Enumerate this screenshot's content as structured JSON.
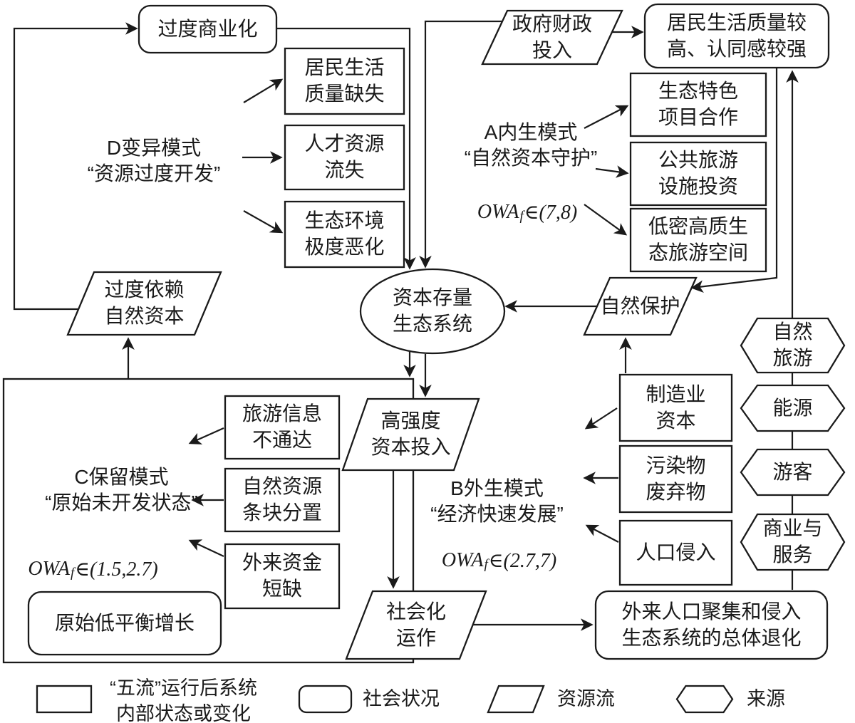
{
  "colors": {
    "stroke": "#1a1a1a",
    "background": "#ffffff"
  },
  "figure": {
    "nodes": {
      "over_commercialization": "过度商业化",
      "gov_fiscal_input": "政府财政\n投入",
      "resident_high_quality": "居民生活质量较\n高、认同感较强",
      "resident_quality_loss": "居民生活\n质量缺失",
      "talent_loss": "人才资源\n流失",
      "eco_deterioration": "生态环境\n极度恶化",
      "eco_feature_cooperation": "生态特色\n项目合作",
      "public_tourism_investment": "公共旅游\n设施投资",
      "low_density_space": "低密高质生\n态旅游空间",
      "over_reliance_natural_capital": "过度依赖\n自然资本",
      "capital_stock_ecosystem": "资本存量\n生态系统",
      "nature_protection": "自然保护",
      "nature_tourism": "自然\n旅游",
      "energy": "能源",
      "tourists": "游客",
      "commerce_service": "商业与\n服务",
      "tourism_info_blocked": "旅游信息\n不通达",
      "natural_resource_division": "自然资源\n条块分置",
      "foreign_capital_shortage": "外来资金\n短缺",
      "primitive_low_growth": "原始低平衡增长",
      "high_intensity_capital": "高强度\n资本投入",
      "socialized_operation": "社会化\n运作",
      "external_population_decline": "外来人口聚集和侵入\n生态系统的总体退化",
      "manufacturing_capital": "制造业\n资本",
      "pollutants_waste": "污染物\n废弃物",
      "population_intrusion": "人口侵入"
    },
    "patterns": {
      "d": {
        "title": "D变异模式",
        "subtitle": "“资源过度开发”"
      },
      "a": {
        "title": "A内生模式",
        "subtitle": "“自然资本守护”",
        "owa": {
          "sym": "OWA",
          "sub": "f",
          "range": "∈(7,8)"
        }
      },
      "c": {
        "title": "C保留模式",
        "subtitle": "“原始未开发状态”",
        "owa": {
          "sym": "OWA",
          "sub": "f",
          "range": "∈(1.5,2.7)"
        }
      },
      "b": {
        "title": "B外生模式",
        "subtitle": "“经济快速发展”",
        "owa": {
          "sym": "OWA",
          "sub": "f",
          "range": "∈(2.7,7)"
        }
      }
    },
    "legend": [
      {
        "shape": "rect",
        "label": "“五流”运行后系统\n内部状态或变化"
      },
      {
        "shape": "rounded",
        "label": "社会状况"
      },
      {
        "shape": "parallelogram",
        "label": "资源流"
      },
      {
        "shape": "hexagon",
        "label": "来源"
      }
    ]
  }
}
